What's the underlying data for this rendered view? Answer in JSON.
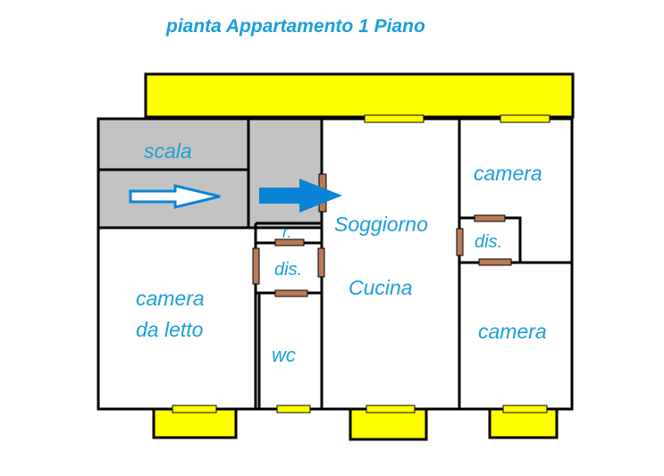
{
  "title": "pianta Appartamento 1 Piano",
  "colors": {
    "wall": "#000000",
    "balcony": "#ffff00",
    "stair": "#c3c3c3",
    "door": "#b97a57",
    "label": "#1a9fd9",
    "arrow": "#0a84d6"
  },
  "rooms": {
    "scala": "scala",
    "soggiorno": "Soggiorno",
    "cucina": "Cucina",
    "camera_top": "camera",
    "dis_right": "dis.",
    "camera_bottom": "camera",
    "camera_letto_1": "camera",
    "camera_letto_2": "da letto",
    "r": "r.",
    "dis_left": "dis.",
    "wc": "wc"
  },
  "icons": {
    "stair_arrow": "outline-right-arrow-icon",
    "entrance_arrow": "solid-right-arrow-icon"
  }
}
